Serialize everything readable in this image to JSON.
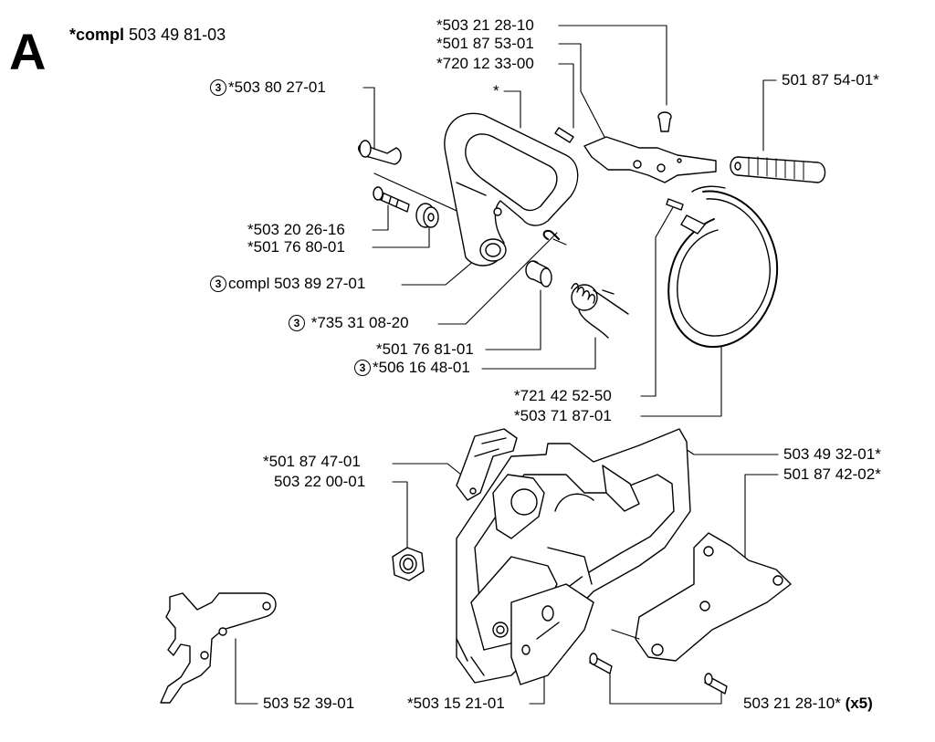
{
  "section": {
    "letter": "A",
    "asterisk": "*compl",
    "number": "503 49 81-03"
  },
  "callouts": [
    {
      "id": "p01",
      "text": "*503 21 28-10"
    },
    {
      "id": "p02",
      "text": "*501 87 53-01"
    },
    {
      "id": "p03",
      "text": "*720 12 33-00"
    },
    {
      "id": "p04",
      "text": "*"
    },
    {
      "id": "p05",
      "badge": "3",
      "text": "*503 80 27-01"
    },
    {
      "id": "p06",
      "text": "501 87 54-01*"
    },
    {
      "id": "p07",
      "text": "*503 20 26-16"
    },
    {
      "id": "p08",
      "text": "*501 76 80-01"
    },
    {
      "id": "p09",
      "badge": "3",
      "text": "compl 503 89 27-01"
    },
    {
      "id": "p10",
      "badge": "3",
      "text": " *735 31 08-20"
    },
    {
      "id": "p11",
      "text": "*501 76 81-01"
    },
    {
      "id": "p12",
      "badge": "3",
      "text": "*506 16 48-01"
    },
    {
      "id": "p13",
      "text": "*721 42 52-50"
    },
    {
      "id": "p14",
      "text": "*503 71 87-01"
    },
    {
      "id": "p15",
      "text": "*501 87 47-01"
    },
    {
      "id": "p16",
      "text": "503 22 00-01"
    },
    {
      "id": "p17",
      "text": "503 49 32-01*"
    },
    {
      "id": "p18",
      "text": "501 87 42-02*"
    },
    {
      "id": "p19",
      "text": "503 52 39-01"
    },
    {
      "id": "p20",
      "text": "*503 15 21-01"
    },
    {
      "id": "p21",
      "text": "503 21 28-10*",
      "note": "(x5)"
    }
  ]
}
